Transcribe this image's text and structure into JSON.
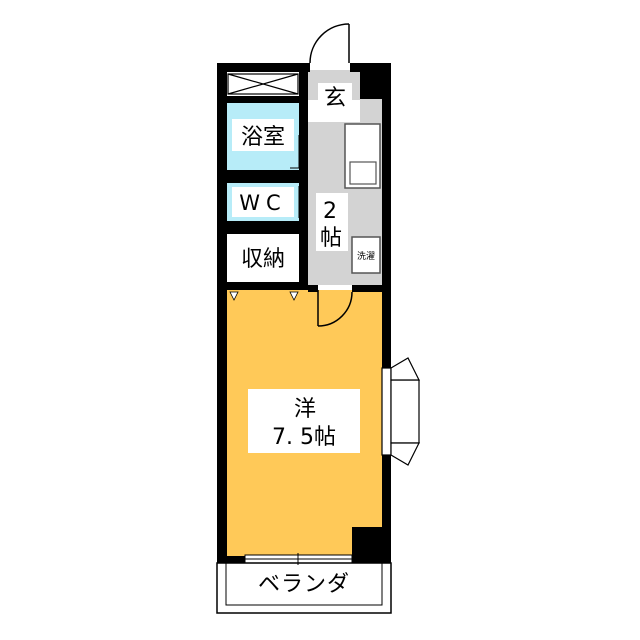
{
  "rooms": {
    "entrance": "玄",
    "bath": "浴室",
    "wc": "WC",
    "kitchen_num": "2",
    "kitchen_unit": "帖",
    "storage": "収納",
    "laundry": "洗濯",
    "western_name": "洋",
    "western_size": "7. 5帖",
    "balcony": "ベランダ"
  },
  "colors": {
    "wall": "#000000",
    "western_floor": "#ffc958",
    "bath_floor": "#b7ecf8",
    "kitchen_floor": "#d3d3d3",
    "white": "#ffffff"
  }
}
